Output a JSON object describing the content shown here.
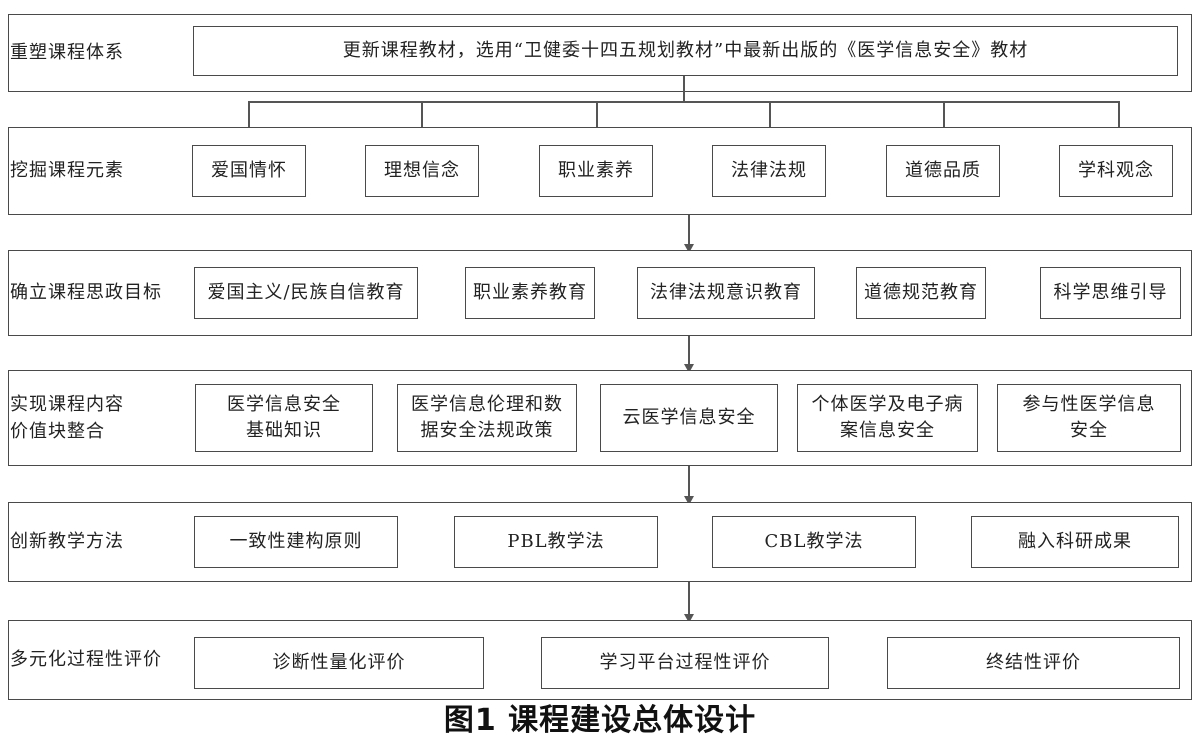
{
  "rows": [
    {
      "label": "重塑课程体系",
      "items": [
        "更新课程教材，选用“卫健委十四五规划教材”中最新出版的《医学信息安全》教材"
      ]
    },
    {
      "label": "挖掘课程元素",
      "items": [
        "爱国情怀",
        "理想信念",
        "职业素养",
        "法律法规",
        "道德品质",
        "学科观念"
      ]
    },
    {
      "label": "确立课程思政目标",
      "items": [
        "爱国主义/民族自信教育",
        "职业素养教育",
        "法律法规意识教育",
        "道德规范教育",
        "科学思维引导"
      ]
    },
    {
      "label": "实现课程内容\n价值块整合",
      "items": [
        "医学信息安全\n基础知识",
        "医学信息伦理和数\n据安全法规政策",
        "云医学信息安全",
        "个体医学及电子病\n案信息安全",
        "参与性医学信息\n安全"
      ]
    },
    {
      "label": "创新教学方法",
      "items": [
        "一致性建构原则",
        "PBL教学法",
        "CBL教学法",
        "融入科研成果"
      ]
    },
    {
      "label": "多元化过程性评价",
      "items": [
        "诊断性量化评价",
        "学习平台过程性评价",
        "终结性评价"
      ]
    }
  ],
  "caption": "图1  课程建设总体设计"
}
